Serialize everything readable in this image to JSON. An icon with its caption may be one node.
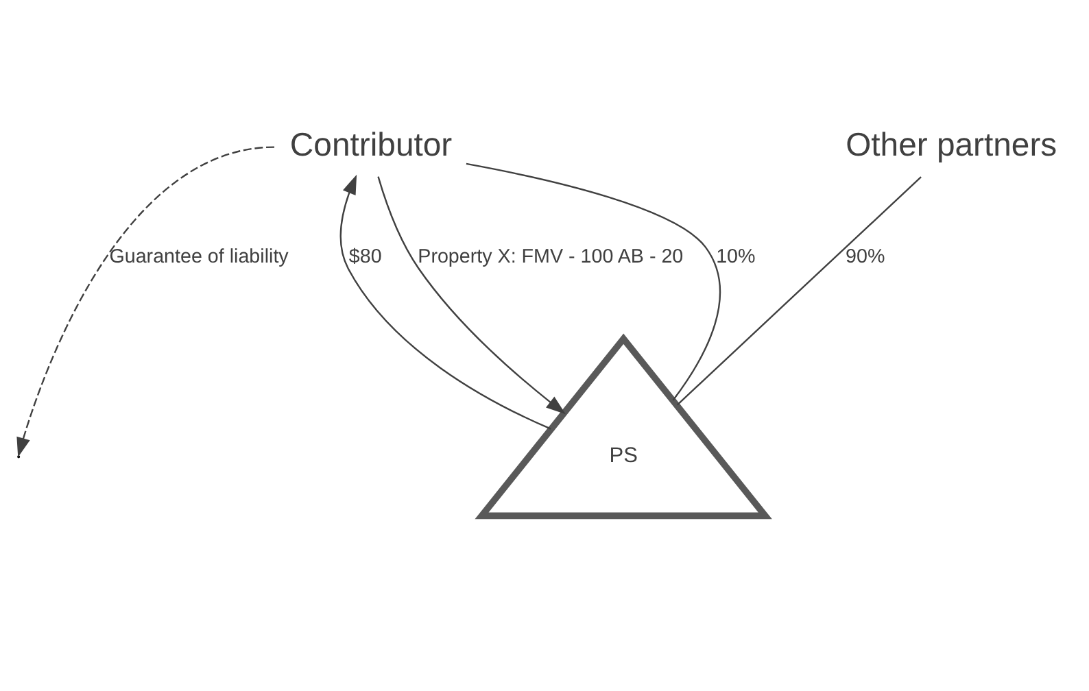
{
  "diagram": {
    "nodes": [
      {
        "text": [
          "Contributor"
        ]
      },
      {
        "text": [
          "Other partners"
        ]
      },
      {
        "text": [
          "PS"
        ]
      }
    ],
    "edges": [
      {
        "from": 0,
        "to": 2,
        "arrow": "none",
        "label": "10%"
      },
      {
        "from": 1,
        "to": 2,
        "arrow": "none",
        "label": "90%"
      },
      {
        "from": 0,
        "to": 2,
        "arrow": "to",
        "label": "Property X: FMV - 100 AB - 20"
      },
      {
        "from": 2,
        "to": 0,
        "arrow": "to",
        "label": "$80"
      },
      {
        "from": 0,
        "to": null,
        "arrow": "to",
        "style": "dashed",
        "label": "Guarantee of liability"
      }
    ]
  }
}
